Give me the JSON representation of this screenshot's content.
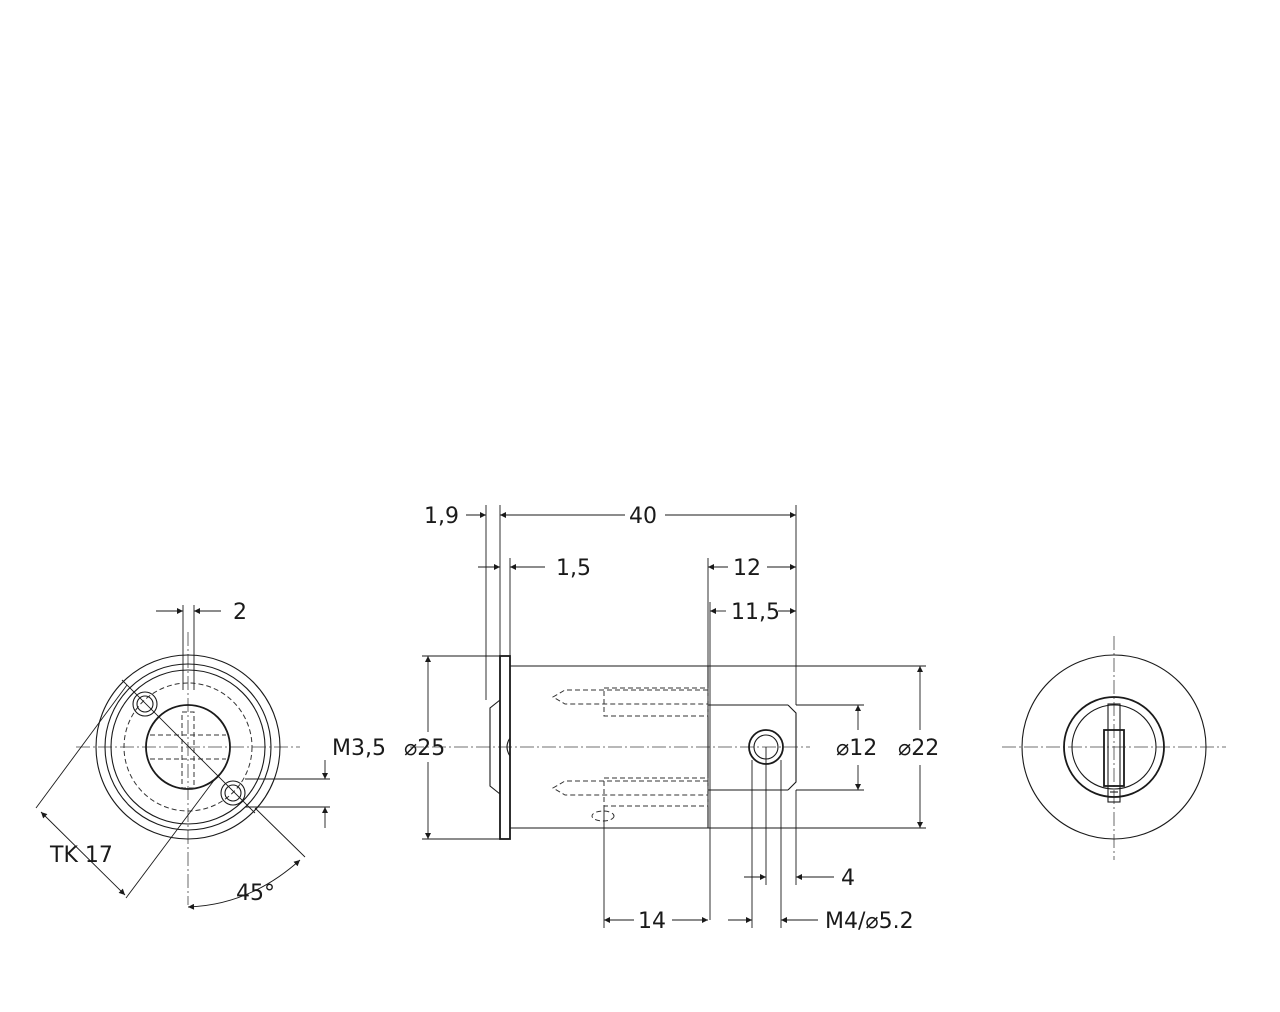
{
  "dimensions": {
    "d_1_9": "1,9",
    "d_40": "40",
    "d_1_5": "1,5",
    "d_12": "12",
    "d_11_5": "11,5",
    "d_2": "2",
    "d_m3_5": "M3,5",
    "d_dia25": "⌀25",
    "d_dia12": "⌀12",
    "d_dia22": "⌀22",
    "d_tk17": "TK 17",
    "d_45deg": "45°",
    "d_4": "4",
    "d_14": "14",
    "d_m4": "M4/⌀5.2"
  }
}
